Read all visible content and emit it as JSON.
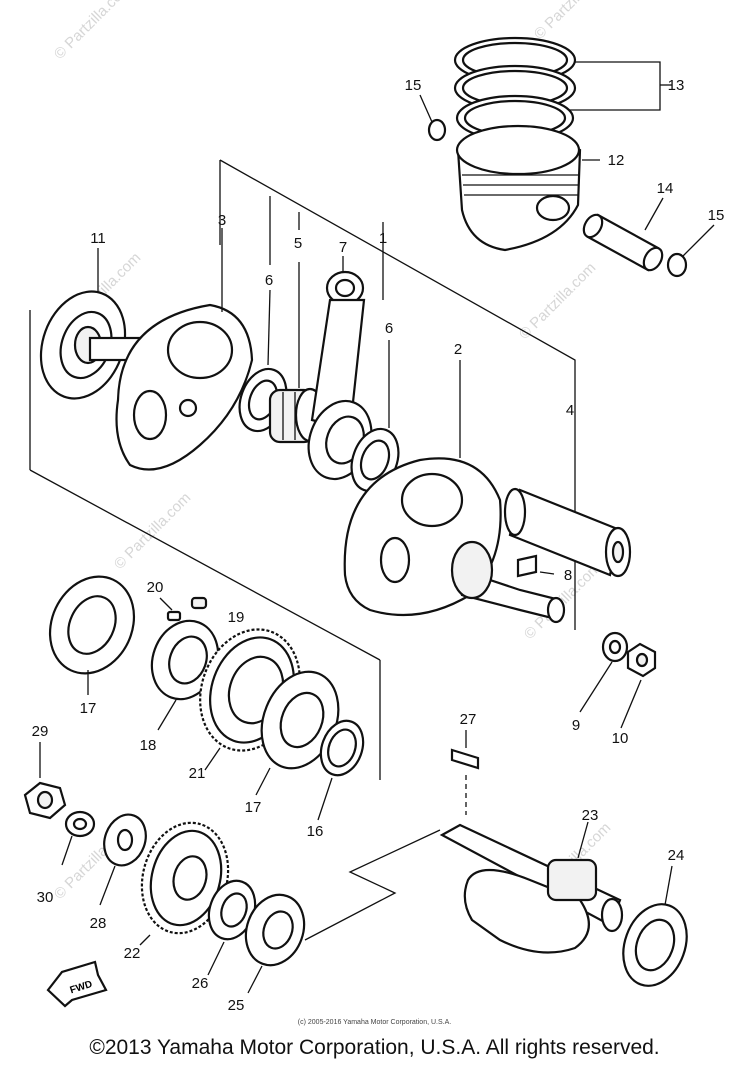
{
  "watermark": "© Partzilla.com",
  "small_copyright": "(c) 2005-2016 Yamaha Motor Corporation, U.S.A.",
  "footer_copyright": "©2013 Yamaha Motor Corporation, U.S.A. All rights reserved.",
  "fwd_label": "FWD",
  "callouts": {
    "c1": "1",
    "c2": "2",
    "c3": "3",
    "c4": "4",
    "c5": "5",
    "c6a": "6",
    "c6b": "6",
    "c7": "7",
    "c8": "8",
    "c9": "9",
    "c10": "10",
    "c11": "11",
    "c12": "12",
    "c13": "13",
    "c14": "14",
    "c15a": "15",
    "c15b": "15",
    "c16": "16",
    "c17a": "17",
    "c17b": "17",
    "c18": "18",
    "c19": "19",
    "c20": "20",
    "c21": "21",
    "c22": "22",
    "c23": "23",
    "c24": "24",
    "c25": "25",
    "c26": "26",
    "c27": "27",
    "c28": "28",
    "c29": "29",
    "c30": "30"
  }
}
